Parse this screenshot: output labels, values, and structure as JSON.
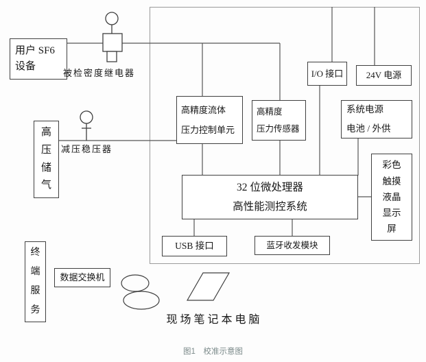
{
  "page": {
    "caption": "图1　校准示意图",
    "caption_color": "#7b8a8a",
    "line_color": "#555555",
    "box_border_color": "#3f3f3f"
  },
  "diagram": {
    "nodes": {
      "sf6_device": "用户 SF6\n设备",
      "hp_gas_storage": "高\n压\n储\n气",
      "terminal_service": "终\n端\n服\n务",
      "data_switch": "数据交换机",
      "pressure_control_unit": "高精度流体\n压力控制单元",
      "pressure_sensor": "高精度\n压力传感器",
      "io_interface": "I/O 接口",
      "power_24v": "24V 电源",
      "system_power": "系统电源\n电池 / 外供",
      "mcu_system": "32 位微处理器\n高性能测控系统",
      "usb_interface": "USB 接口",
      "bluetooth_module": "蓝牙收发模块",
      "lcd_display": "彩色\n触摸\n液晶\n显示\n屏"
    },
    "labels": {
      "density_relay": "被检密度继电器",
      "regulator": "减压稳压器",
      "laptop": "现场笔记本电脑"
    }
  }
}
